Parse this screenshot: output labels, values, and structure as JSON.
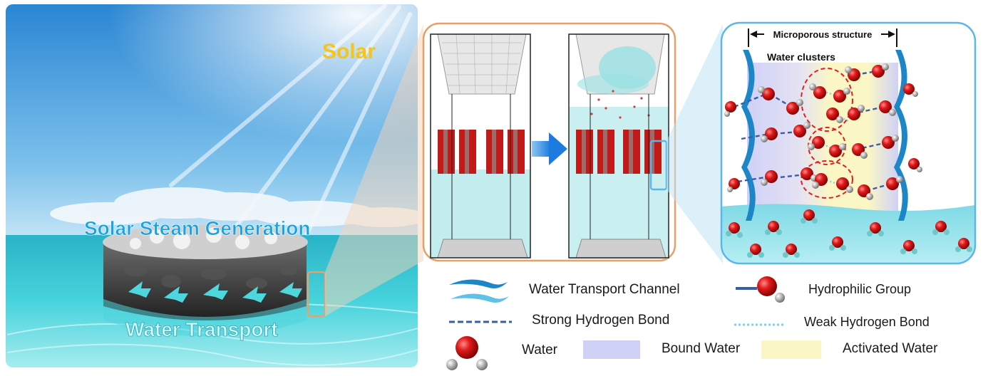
{
  "scene": {
    "solar_label": "Solar",
    "steam_label": "Solar Steam Generation",
    "transport_label": "Water Transport"
  },
  "zoom_panel": {
    "microporous_label": "Microporous structure",
    "clusters_label": "Water clusters"
  },
  "legend": {
    "channel": "Water Transport Channel",
    "hydrophilic": "Hydrophilic Group",
    "strong_bond": "Strong Hydrogen Bond",
    "weak_bond": "Weak Hydrogen Bond",
    "water": "Water",
    "bound_water": "Bound Water",
    "activated_water": "Activated Water"
  },
  "colors": {
    "sky_top": "#2f8fd8",
    "sea": "#3fc9d6",
    "orange_frame": "#e8a06a",
    "blue_frame": "#5ab7e8",
    "solar_text": "#f5c518",
    "steam_text": "#1aa3e0",
    "bound_water": "#cfd1f7",
    "activated_water": "#fbf7c4",
    "oxygen": "#d01616",
    "hydrogen": "#888888"
  }
}
